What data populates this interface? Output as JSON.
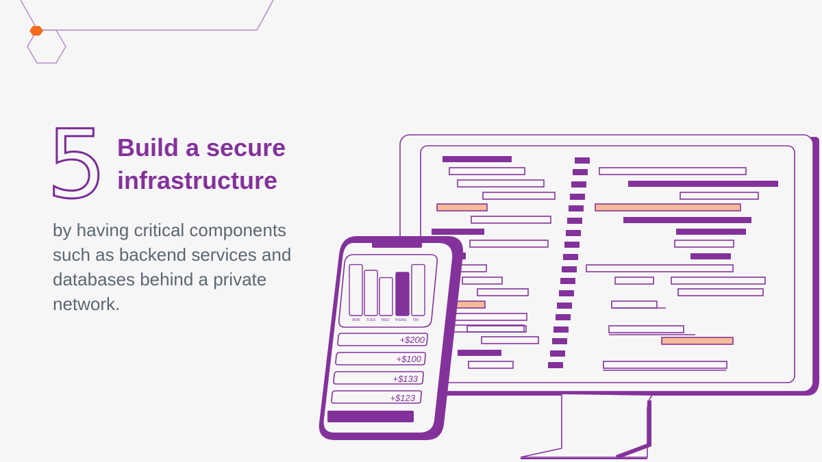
{
  "step": {
    "number": "5"
  },
  "heading": {
    "line1": "Build a secure",
    "line2": "infrastructure"
  },
  "body": {
    "line1": "by having critical components",
    "line2": "such as backend services and",
    "line3": "databases behind a private",
    "line4": "network."
  },
  "phone": {
    "days": [
      "MON",
      "TUES",
      "WED",
      "THURS",
      "FRI"
    ],
    "bar_levels": [
      0.98,
      0.87,
      0.73,
      0.83,
      0.98
    ],
    "highlighted_day": "THURS",
    "amounts": [
      "+$200",
      "+$100",
      "+$133",
      "+$123"
    ]
  },
  "colors": {
    "purple": "#84329b",
    "light_purple": "#b58cc6",
    "peach": "#f7bb95",
    "orange_dot": "#f26b1d",
    "background": "#f7f6f7",
    "body_text": "#5b6770"
  }
}
